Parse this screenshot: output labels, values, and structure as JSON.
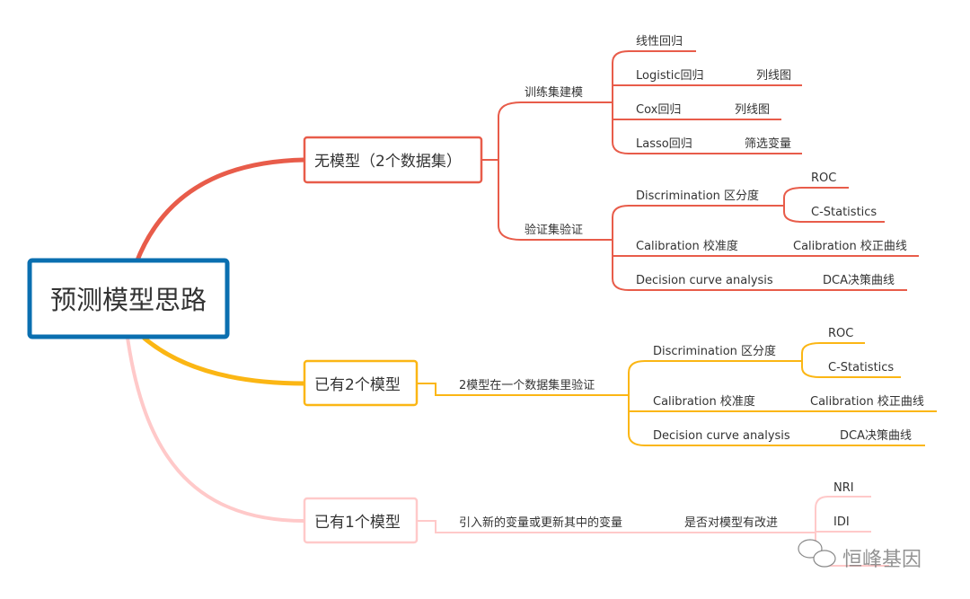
{
  "root": {
    "label": "预测模型思路",
    "color": "#0a6fb0"
  },
  "branches": {
    "no_model": {
      "label": "无模型（2个数据集）",
      "color": "#e85c4a",
      "training": {
        "label": "训练集建模",
        "items": [
          {
            "label": "线性回归",
            "sub": ""
          },
          {
            "label": "Logistic回归",
            "sub": "列线图"
          },
          {
            "label": "Cox回归",
            "sub": "列线图"
          },
          {
            "label": "Lasso回归",
            "sub": "筛选变量"
          }
        ]
      },
      "validation": {
        "label": "验证集验证",
        "discrimination": {
          "label": "Discrimination 区分度",
          "subs": [
            "ROC",
            "C-Statistics"
          ]
        },
        "calibration": {
          "label": "Calibration 校准度",
          "sub": "Calibration 校正曲线"
        },
        "decision": {
          "label": "Decision curve analysis",
          "sub": "DCA决策曲线"
        }
      }
    },
    "two_models": {
      "label": "已有2个模型",
      "color": "#fbb614",
      "step": "2模型在一个数据集里验证",
      "discrimination": {
        "label": "Discrimination 区分度",
        "subs": [
          "ROC",
          "C-Statistics"
        ]
      },
      "calibration": {
        "label": "Calibration 校准度",
        "sub": "Calibration 校正曲线"
      },
      "decision": {
        "label": "Decision curve analysis",
        "sub": "DCA决策曲线"
      }
    },
    "one_model": {
      "label": "已有1个模型",
      "color": "#ffc9c9",
      "step": "引入新的变量或更新其中的变量",
      "question": "是否对模型有改进",
      "subs": [
        "NRI",
        "IDI"
      ]
    }
  },
  "watermark": "恒峰基因"
}
